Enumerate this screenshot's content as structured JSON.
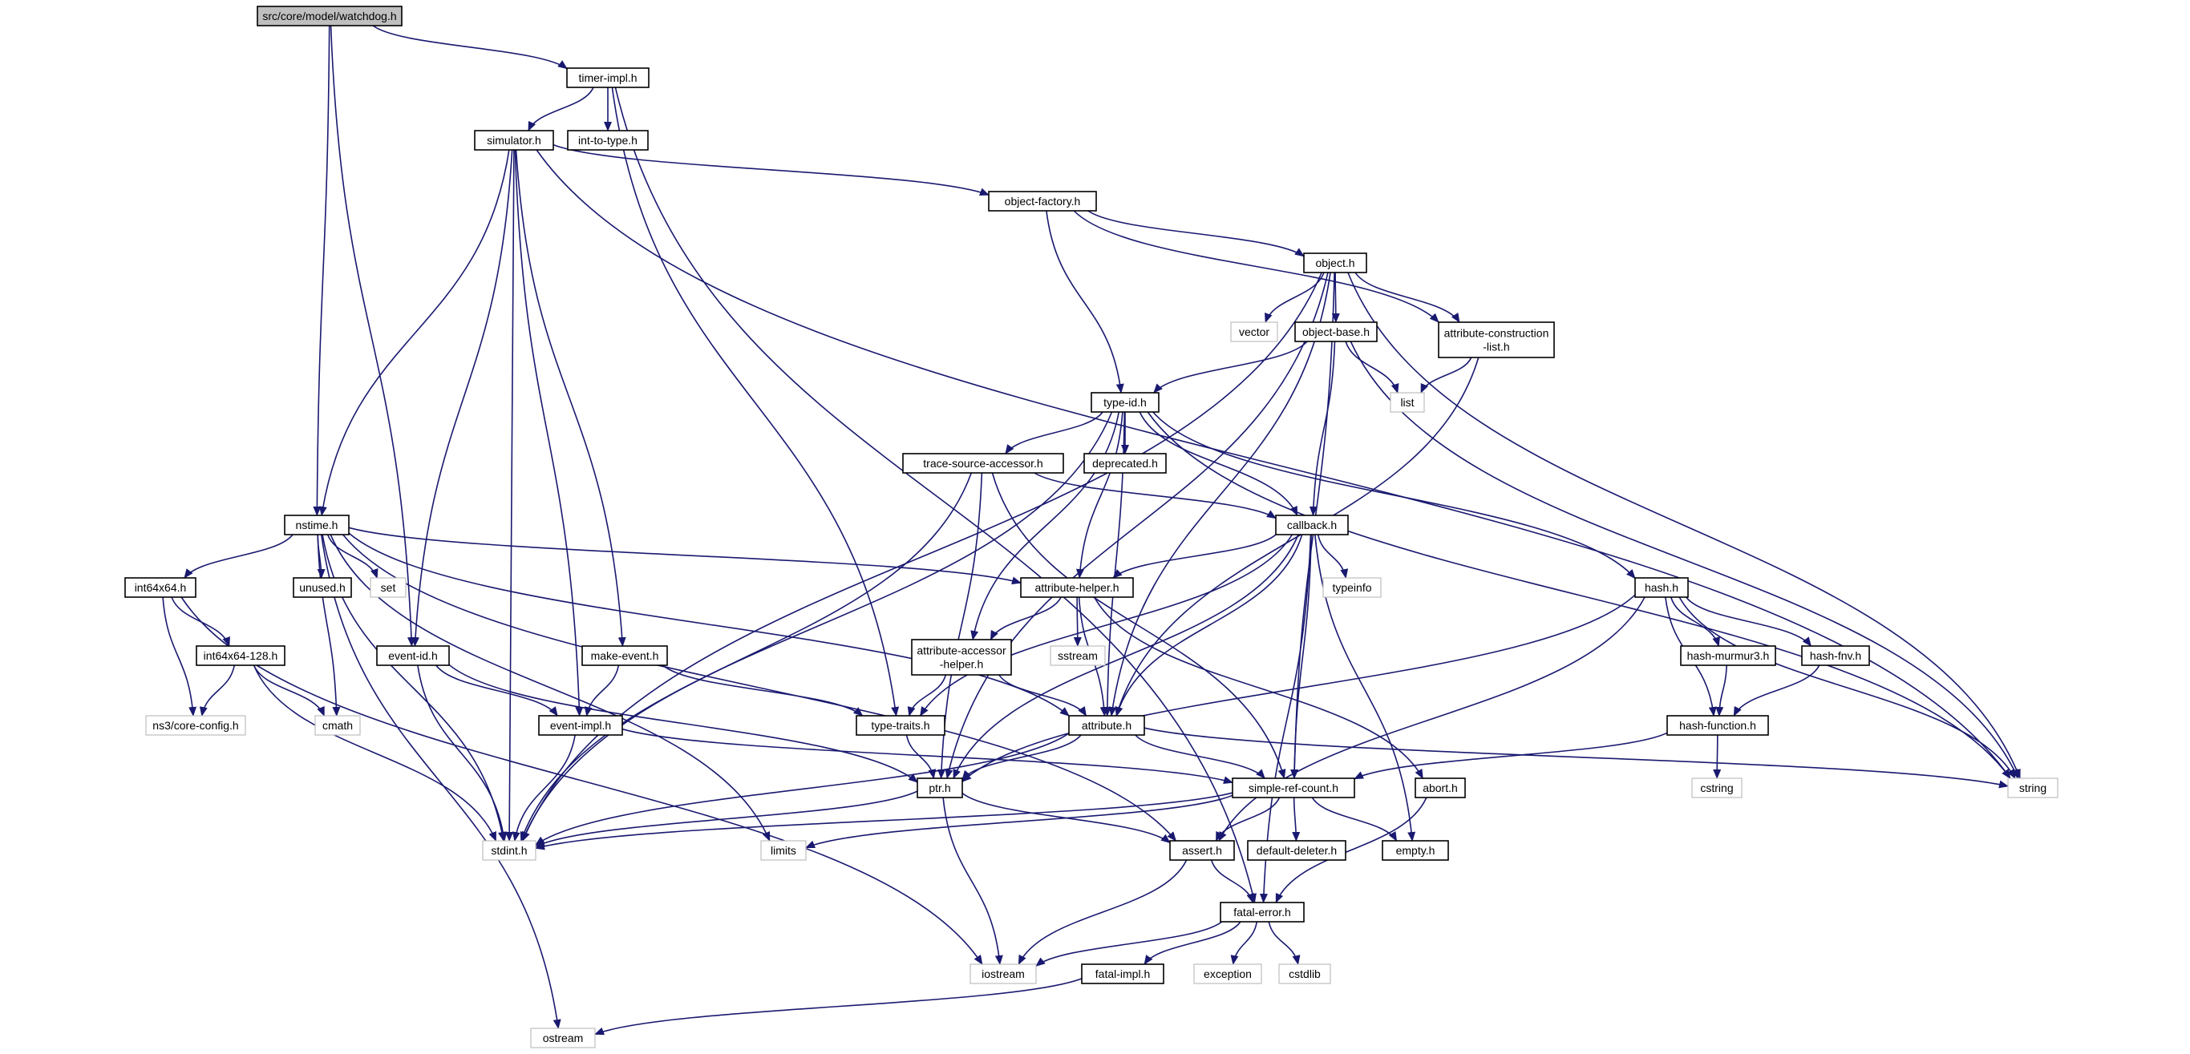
{
  "graph": {
    "edge_color": "#191970",
    "root_fill": "#bfbfbf",
    "node_border": "#000000",
    "system_node_border": "#bfbfbf",
    "nodes": [
      {
        "id": "watchdog",
        "label": "src/core/model/watchdog.h",
        "kind": "root"
      },
      {
        "id": "timer_impl",
        "label": "timer-impl.h",
        "kind": "file"
      },
      {
        "id": "simulator",
        "label": "simulator.h",
        "kind": "file"
      },
      {
        "id": "int_to_type",
        "label": "int-to-type.h",
        "kind": "file"
      },
      {
        "id": "object_factory",
        "label": "object-factory.h",
        "kind": "file"
      },
      {
        "id": "object",
        "label": "object.h",
        "kind": "file"
      },
      {
        "id": "vector",
        "label": "vector",
        "kind": "system"
      },
      {
        "id": "object_base",
        "label": "object-base.h",
        "kind": "file"
      },
      {
        "id": "attr_construction",
        "label": "attribute-construction\n-list.h",
        "kind": "file"
      },
      {
        "id": "list",
        "label": "list",
        "kind": "system"
      },
      {
        "id": "type_id",
        "label": "type-id.h",
        "kind": "file"
      },
      {
        "id": "trace_source",
        "label": "trace-source-accessor.h",
        "kind": "file"
      },
      {
        "id": "deprecated",
        "label": "deprecated.h",
        "kind": "file"
      },
      {
        "id": "nstime",
        "label": "nstime.h",
        "kind": "file"
      },
      {
        "id": "callback",
        "label": "callback.h",
        "kind": "file"
      },
      {
        "id": "int64x64",
        "label": "int64x64.h",
        "kind": "file"
      },
      {
        "id": "unused",
        "label": "unused.h",
        "kind": "file"
      },
      {
        "id": "set",
        "label": "set",
        "kind": "system"
      },
      {
        "id": "attribute_helper",
        "label": "attribute-helper.h",
        "kind": "file"
      },
      {
        "id": "typeinfo",
        "label": "typeinfo",
        "kind": "system"
      },
      {
        "id": "hash",
        "label": "hash.h",
        "kind": "file"
      },
      {
        "id": "int64x64_128",
        "label": "int64x64-128.h",
        "kind": "file"
      },
      {
        "id": "event_id",
        "label": "event-id.h",
        "kind": "file"
      },
      {
        "id": "make_event",
        "label": "make-event.h",
        "kind": "file"
      },
      {
        "id": "attr_accessor",
        "label": "attribute-accessor\n-helper.h",
        "kind": "file"
      },
      {
        "id": "sstream",
        "label": "sstream",
        "kind": "system"
      },
      {
        "id": "hash_murmur3",
        "label": "hash-murmur3.h",
        "kind": "file"
      },
      {
        "id": "hash_fnv",
        "label": "hash-fnv.h",
        "kind": "file"
      },
      {
        "id": "ns3_core_config",
        "label": "ns3/core-config.h",
        "kind": "system"
      },
      {
        "id": "cmath",
        "label": "cmath",
        "kind": "system"
      },
      {
        "id": "event_impl",
        "label": "event-impl.h",
        "kind": "file"
      },
      {
        "id": "type_traits",
        "label": "type-traits.h",
        "kind": "file"
      },
      {
        "id": "attribute",
        "label": "attribute.h",
        "kind": "file"
      },
      {
        "id": "hash_function",
        "label": "hash-function.h",
        "kind": "file"
      },
      {
        "id": "ptr",
        "label": "ptr.h",
        "kind": "file"
      },
      {
        "id": "simple_ref_count",
        "label": "simple-ref-count.h",
        "kind": "file"
      },
      {
        "id": "abort",
        "label": "abort.h",
        "kind": "file"
      },
      {
        "id": "cstring",
        "label": "cstring",
        "kind": "system"
      },
      {
        "id": "string",
        "label": "string",
        "kind": "system"
      },
      {
        "id": "stdint",
        "label": "stdint.h",
        "kind": "system"
      },
      {
        "id": "limits",
        "label": "limits",
        "kind": "system"
      },
      {
        "id": "assert",
        "label": "assert.h",
        "kind": "file"
      },
      {
        "id": "default_deleter",
        "label": "default-deleter.h",
        "kind": "file"
      },
      {
        "id": "empty",
        "label": "empty.h",
        "kind": "file"
      },
      {
        "id": "fatal_error",
        "label": "fatal-error.h",
        "kind": "file"
      },
      {
        "id": "iostream",
        "label": "iostream",
        "kind": "system"
      },
      {
        "id": "fatal_impl",
        "label": "fatal-impl.h",
        "kind": "file"
      },
      {
        "id": "exception",
        "label": "exception",
        "kind": "system"
      },
      {
        "id": "cstdlib",
        "label": "cstdlib",
        "kind": "system"
      },
      {
        "id": "ostream",
        "label": "ostream",
        "kind": "system"
      }
    ],
    "edges": [
      [
        "watchdog",
        "timer_impl"
      ],
      [
        "watchdog",
        "nstime"
      ],
      [
        "watchdog",
        "event_id"
      ],
      [
        "timer_impl",
        "simulator"
      ],
      [
        "timer_impl",
        "int_to_type"
      ],
      [
        "timer_impl",
        "type_traits"
      ],
      [
        "timer_impl",
        "fatal_error"
      ],
      [
        "simulator",
        "object_factory"
      ],
      [
        "simulator",
        "nstime"
      ],
      [
        "simulator",
        "event_id"
      ],
      [
        "simulator",
        "event_impl"
      ],
      [
        "simulator",
        "make_event"
      ],
      [
        "simulator",
        "stdint"
      ],
      [
        "simulator",
        "string"
      ],
      [
        "object_factory",
        "object"
      ],
      [
        "object_factory",
        "type_id"
      ],
      [
        "object_factory",
        "attr_construction"
      ],
      [
        "object",
        "vector"
      ],
      [
        "object",
        "object_base"
      ],
      [
        "object",
        "attr_construction"
      ],
      [
        "object",
        "ptr"
      ],
      [
        "object",
        "attribute"
      ],
      [
        "object",
        "simple_ref_count"
      ],
      [
        "object",
        "stdint"
      ],
      [
        "object",
        "string"
      ],
      [
        "object_base",
        "type_id"
      ],
      [
        "object_base",
        "list"
      ],
      [
        "object_base",
        "callback"
      ],
      [
        "object_base",
        "string"
      ],
      [
        "attr_construction",
        "list"
      ],
      [
        "attr_construction",
        "attribute"
      ],
      [
        "type_id",
        "trace_source"
      ],
      [
        "type_id",
        "deprecated"
      ],
      [
        "type_id",
        "callback"
      ],
      [
        "type_id",
        "hash"
      ],
      [
        "type_id",
        "attribute_helper"
      ],
      [
        "type_id",
        "attr_accessor"
      ],
      [
        "type_id",
        "attribute"
      ],
      [
        "type_id",
        "stdint"
      ],
      [
        "type_id",
        "string"
      ],
      [
        "trace_source",
        "callback"
      ],
      [
        "trace_source",
        "ptr"
      ],
      [
        "trace_source",
        "simple_ref_count"
      ],
      [
        "trace_source",
        "stdint"
      ],
      [
        "callback",
        "attribute_helper"
      ],
      [
        "callback",
        "typeinfo"
      ],
      [
        "callback",
        "type_traits"
      ],
      [
        "callback",
        "attribute"
      ],
      [
        "callback",
        "ptr"
      ],
      [
        "callback",
        "simple_ref_count"
      ],
      [
        "callback",
        "fatal_error"
      ],
      [
        "callback",
        "empty"
      ],
      [
        "nstime",
        "int64x64"
      ],
      [
        "nstime",
        "unused"
      ],
      [
        "nstime",
        "set"
      ],
      [
        "nstime",
        "attribute_helper"
      ],
      [
        "nstime",
        "attribute"
      ],
      [
        "nstime",
        "cmath"
      ],
      [
        "nstime",
        "stdint"
      ],
      [
        "nstime",
        "assert"
      ],
      [
        "nstime",
        "ostream"
      ],
      [
        "nstime",
        "limits"
      ],
      [
        "int64x64",
        "int64x64_128"
      ],
      [
        "int64x64",
        "ns3_core_config"
      ],
      [
        "int64x64",
        "iostream"
      ],
      [
        "int64x64_128",
        "ns3_core_config"
      ],
      [
        "int64x64_128",
        "cmath"
      ],
      [
        "int64x64_128",
        "stdint"
      ],
      [
        "attribute_helper",
        "attr_accessor"
      ],
      [
        "attribute_helper",
        "sstream"
      ],
      [
        "attribute_helper",
        "attribute"
      ],
      [
        "attribute_helper",
        "abort"
      ],
      [
        "attr_accessor",
        "type_traits"
      ],
      [
        "attr_accessor",
        "attribute"
      ],
      [
        "hash",
        "hash_murmur3"
      ],
      [
        "hash",
        "hash_fnv"
      ],
      [
        "hash",
        "hash_function"
      ],
      [
        "hash",
        "ptr"
      ],
      [
        "hash",
        "assert"
      ],
      [
        "hash",
        "string"
      ],
      [
        "hash_murmur3",
        "hash_function"
      ],
      [
        "hash_fnv",
        "hash_function"
      ],
      [
        "hash_function",
        "simple_ref_count"
      ],
      [
        "hash_function",
        "cstring"
      ],
      [
        "event_id",
        "event_impl"
      ],
      [
        "event_id",
        "ptr"
      ],
      [
        "event_id",
        "stdint"
      ],
      [
        "make_event",
        "event_impl"
      ],
      [
        "make_event",
        "type_traits"
      ],
      [
        "event_impl",
        "simple_ref_count"
      ],
      [
        "event_impl",
        "stdint"
      ],
      [
        "type_traits",
        "ptr"
      ],
      [
        "attribute",
        "ptr"
      ],
      [
        "attribute",
        "simple_ref_count"
      ],
      [
        "attribute",
        "string"
      ],
      [
        "attribute",
        "stdint"
      ],
      [
        "ptr",
        "assert"
      ],
      [
        "ptr",
        "iostream"
      ],
      [
        "ptr",
        "stdint"
      ],
      [
        "simple_ref_count",
        "assert"
      ],
      [
        "simple_ref_count",
        "default_deleter"
      ],
      [
        "simple_ref_count",
        "empty"
      ],
      [
        "simple_ref_count",
        "stdint"
      ],
      [
        "simple_ref_count",
        "limits"
      ],
      [
        "abort",
        "fatal_error"
      ],
      [
        "assert",
        "fatal_error"
      ],
      [
        "assert",
        "iostream"
      ],
      [
        "fatal_error",
        "fatal_impl"
      ],
      [
        "fatal_error",
        "iostream"
      ],
      [
        "fatal_error",
        "exception"
      ],
      [
        "fatal_error",
        "cstdlib"
      ],
      [
        "fatal_impl",
        "ostream"
      ]
    ]
  }
}
